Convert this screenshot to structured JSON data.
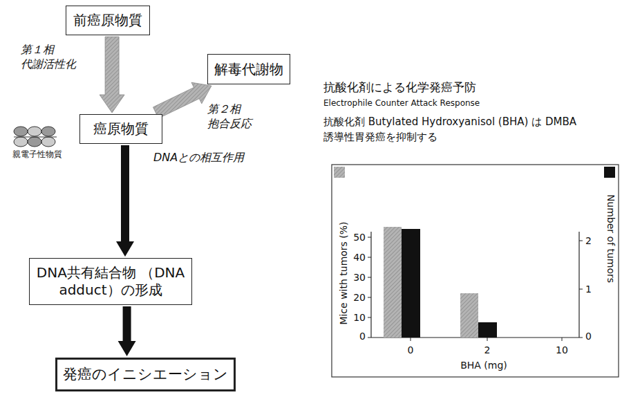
{
  "diagram": {
    "nodes": [
      {
        "text": [
          "前癌原物質"
        ]
      },
      {
        "text": [
          "解毒代謝物"
        ]
      },
      {
        "text": [
          "癌原物質"
        ]
      },
      {
        "text": [
          "DNA共有結合物 （DNA adduct）の形成"
        ]
      },
      {
        "text": [
          "発癌のイニシエーション"
        ]
      }
    ],
    "edges": [
      {
        "from": 0,
        "to": 2,
        "arrow": "to",
        "label": "第１相 代謝活性化"
      },
      {
        "from": 2,
        "to": 1,
        "arrow": "to",
        "label": "第２相 抱合反応"
      },
      {
        "from": 2,
        "to": 3,
        "arrow": "to",
        "label": "DNAとの相互作用"
      },
      {
        "from": 3,
        "to": 4,
        "arrow": "to"
      }
    ],
    "labels": [
      "親電子性物質",
      "抗酸化剤による化学発癌予防",
      "Electrophile Counter Attack Response",
      "抗酸化剤 Butylated Hydroxyanisol (BHA) は DMBA 誘導性胃発癌を抑制する",
      "Mice with tumors (%)",
      "Number of tumors",
      "50",
      "40",
      "30",
      "20",
      "10",
      "0",
      "2",
      "1",
      "0",
      "0",
      "2",
      "10",
      "BHA (mg)"
    ]
  }
}
